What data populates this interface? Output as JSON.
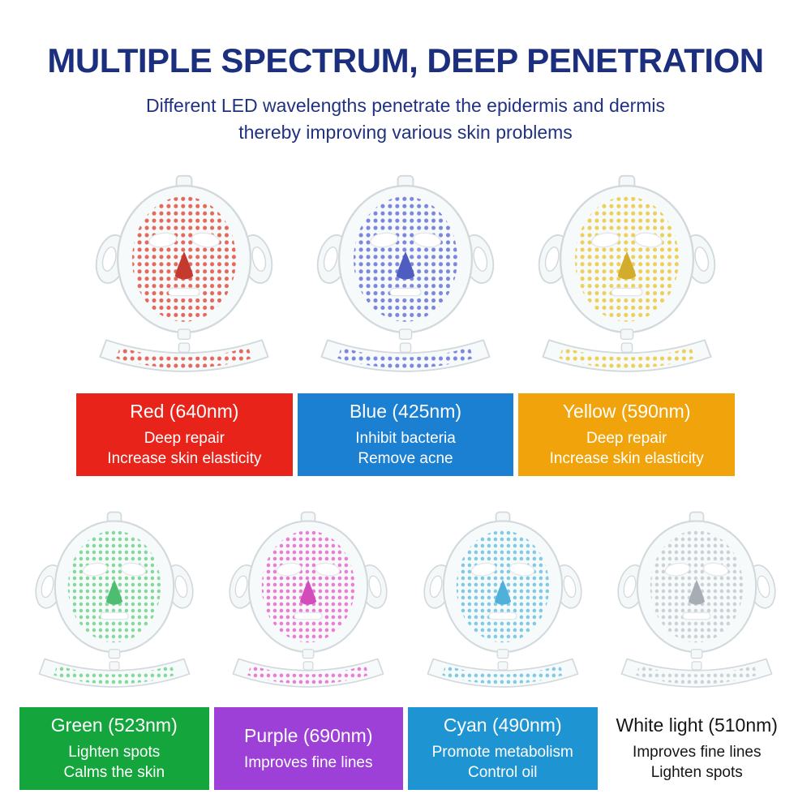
{
  "header": {
    "title": "MULTIPLE SPECTRUM, DEEP PENETRATION",
    "subtitle_line1": "Different LED wavelengths penetrate the epidermis and dermis",
    "subtitle_line2": "thereby improving various skin problems",
    "title_color": "#1c2e7e"
  },
  "masks": [
    {
      "id": "red",
      "label": "Red (640nm)",
      "benefit_lines": [
        "Deep repair",
        "Increase skin elasticity"
      ],
      "banner_color": "#e8231a",
      "banner_text_color": "#ffffff",
      "dot_color": "#e4685c",
      "dot_dark": "#c43a2f"
    },
    {
      "id": "blue",
      "label": "Blue (425nm)",
      "benefit_lines": [
        "Inhibit bacteria",
        "Remove acne"
      ],
      "banner_color": "#1b7fd2",
      "banner_text_color": "#ffffff",
      "dot_color": "#7b86dd",
      "dot_dark": "#4f5cc0"
    },
    {
      "id": "yellow",
      "label": "Yellow (590nm)",
      "benefit_lines": [
        "Deep repair",
        "Increase skin elasticity"
      ],
      "banner_color": "#f0a30a",
      "banner_text_color": "#ffffff",
      "dot_color": "#ecd059",
      "dot_dark": "#d4ac2c"
    },
    {
      "id": "green",
      "label": "Green (523nm)",
      "benefit_lines": [
        "Lighten spots",
        "Calms the skin"
      ],
      "banner_color": "#14a53c",
      "banner_text_color": "#ffffff",
      "dot_color": "#84d99c",
      "dot_dark": "#4dbd72"
    },
    {
      "id": "purple",
      "label": "Purple (690nm)",
      "benefit_lines": [
        "Improves fine lines"
      ],
      "banner_color": "#9c40d8",
      "banner_text_color": "#ffffff",
      "dot_color": "#ee7ad6",
      "dot_dark": "#d44cbb"
    },
    {
      "id": "cyan",
      "label": "Cyan (490nm)",
      "benefit_lines": [
        "Promote metabolism",
        "Control oil"
      ],
      "banner_color": "#1e94d2",
      "banner_text_color": "#ffffff",
      "dot_color": "#7ecbe8",
      "dot_dark": "#4fb0d9"
    },
    {
      "id": "white",
      "label": "White light (510nm)",
      "benefit_lines": [
        "Improves fine lines",
        "Lighten spots"
      ],
      "banner_color": "#ffffff",
      "banner_text_color": "#161616",
      "dot_color": "#ccd2d6",
      "dot_dark": "#a6adb4"
    }
  ],
  "rows": [
    [
      0,
      1,
      2
    ],
    [
      3,
      4,
      5,
      6
    ]
  ]
}
